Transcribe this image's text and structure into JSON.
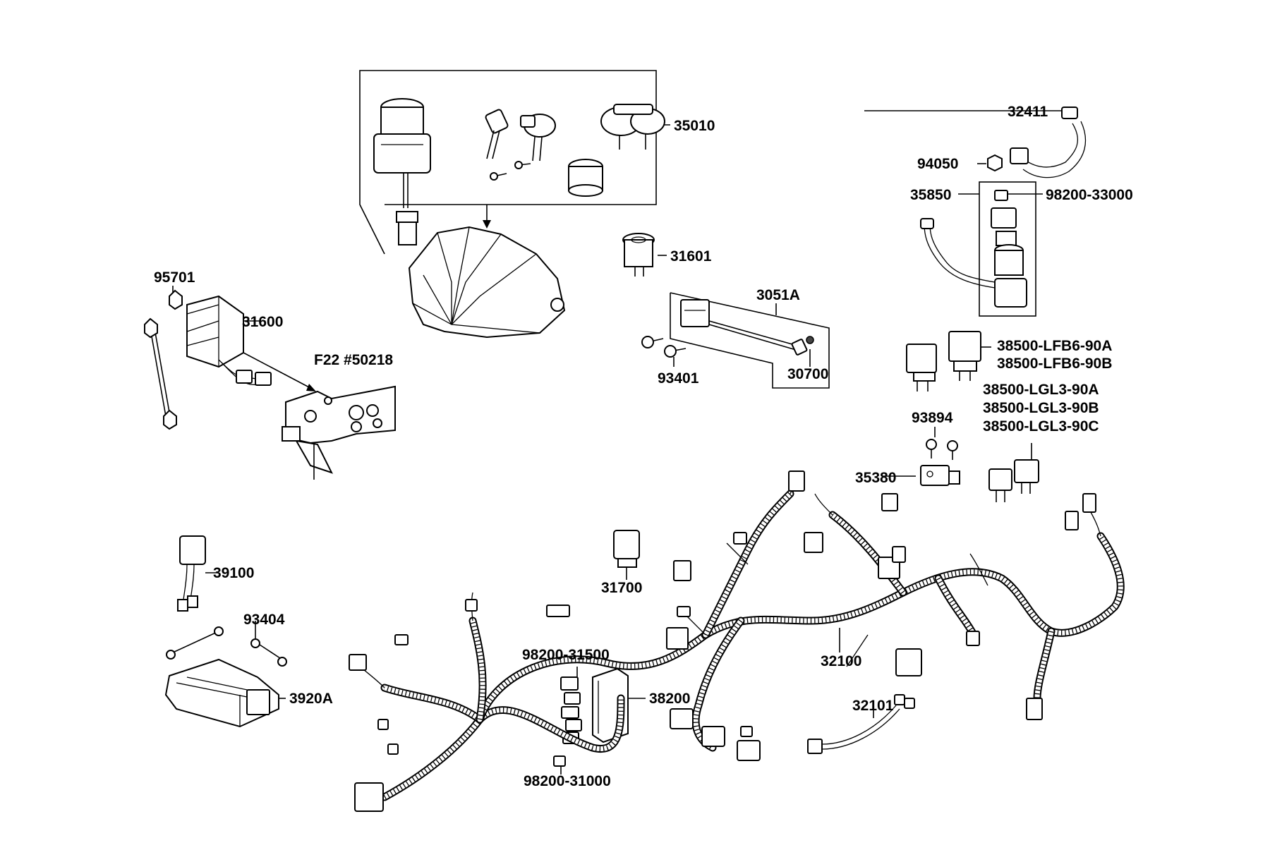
{
  "labels": {
    "p35010": "35010",
    "p32411": "32411",
    "p94050": "94050",
    "p35850": "35850",
    "p98200_33000": "98200-33000",
    "p95701": "95701",
    "p31601": "31601",
    "p3051A": "3051A",
    "p31600": "31600",
    "pF22": "F22  #50218",
    "p93401": "93401",
    "p30700": "30700",
    "p38500_LFB6_90A": "38500-LFB6-90A",
    "p38500_LFB6_90B": "38500-LFB6-90B",
    "p38500_LGL3_90A": "38500-LGL3-90A",
    "p38500_LGL3_90B": "38500-LGL3-90B",
    "p38500_LGL3_90C": "38500-LGL3-90C",
    "p93894": "93894",
    "p35380": "35380",
    "p39100": "39100",
    "p31700": "31700",
    "p93404": "93404",
    "p98200_31500": "98200-31500",
    "p32100": "32100",
    "p3920A": "3920A",
    "p38200": "38200",
    "p32101": "32101",
    "p98200_31000": "98200-31000"
  }
}
